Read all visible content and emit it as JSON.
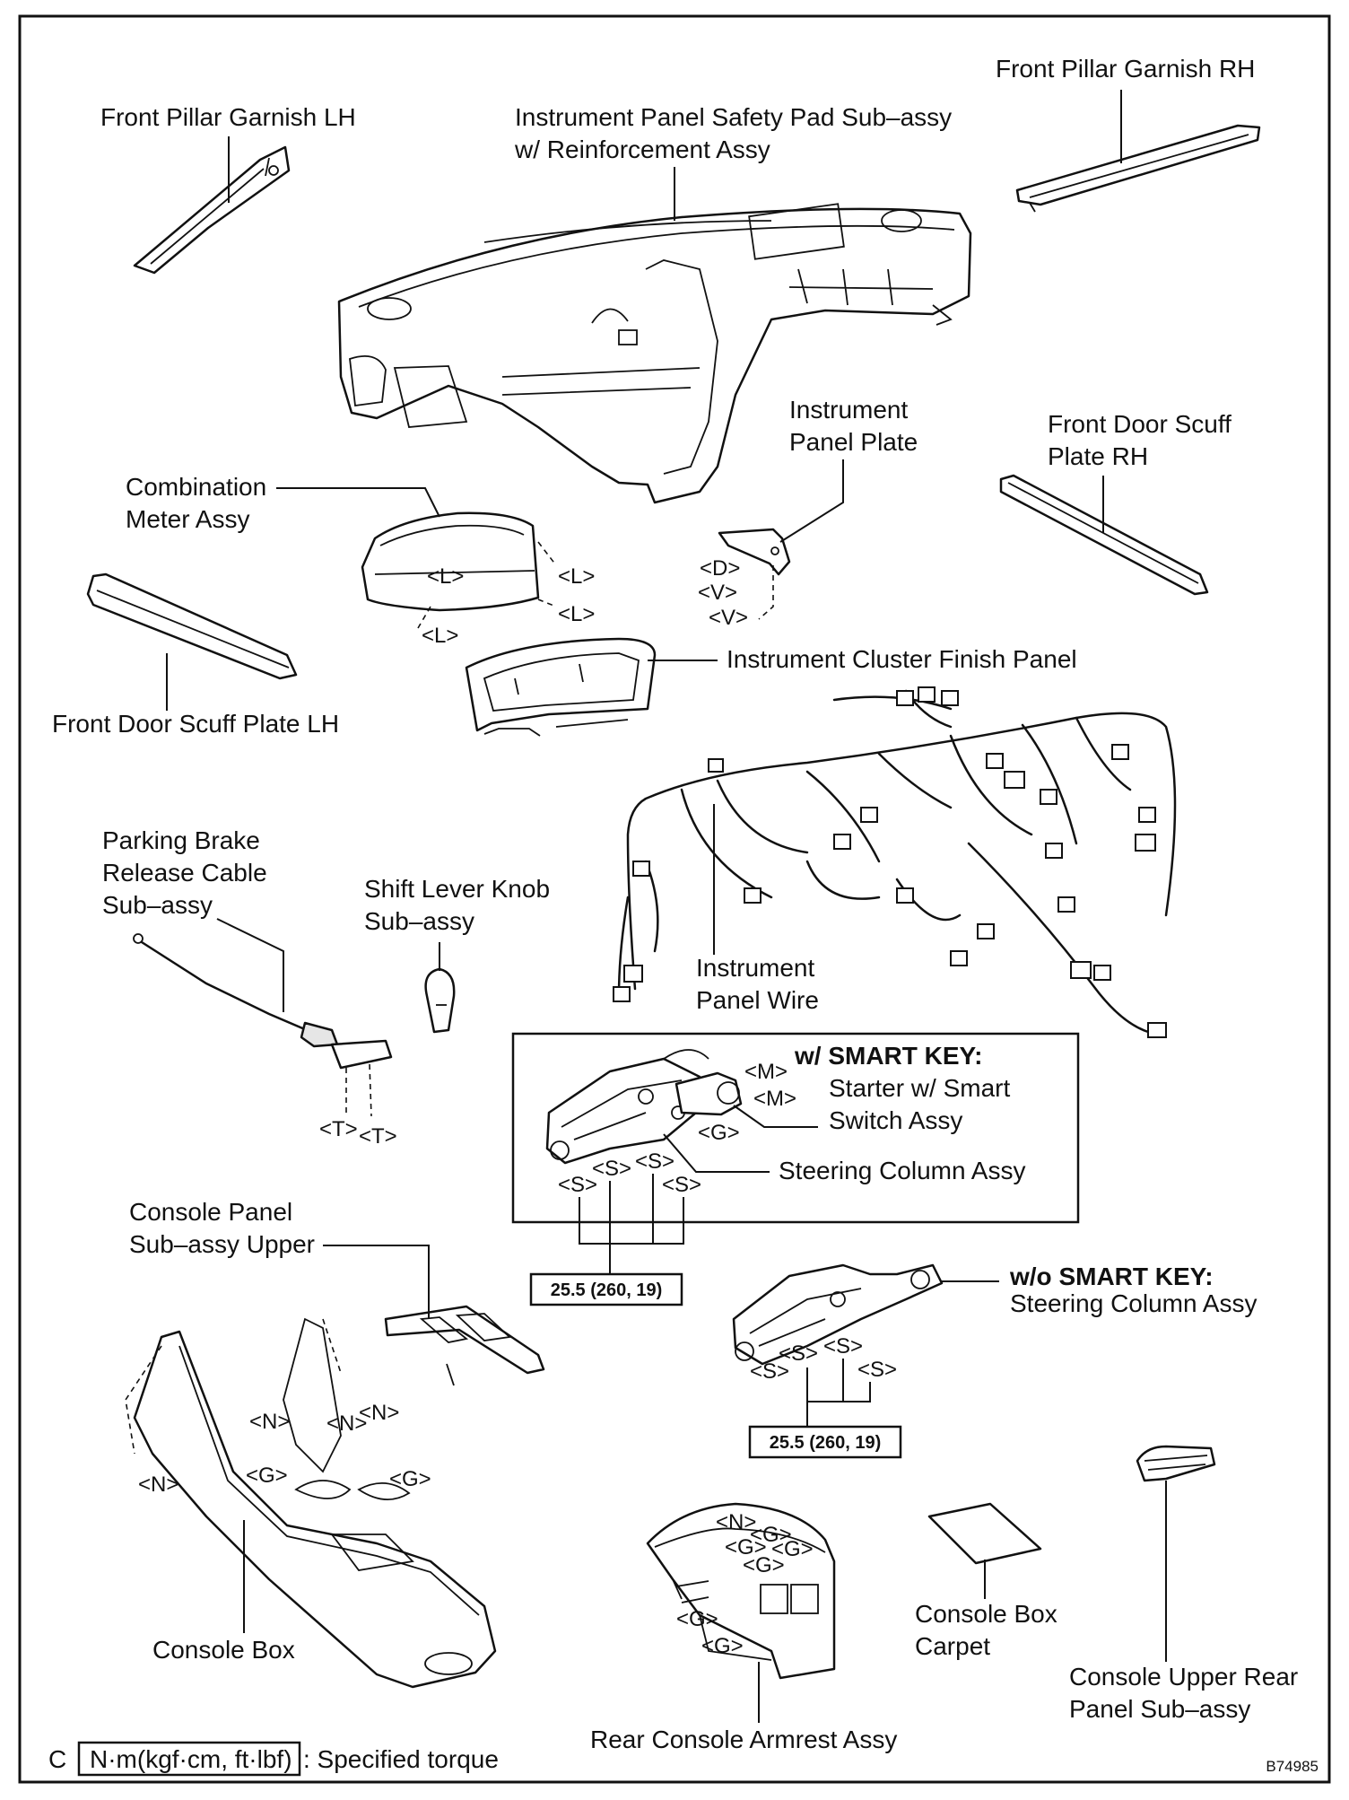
{
  "labels": {
    "front_pillar_garnish_lh": "Front Pillar Garnish LH",
    "front_pillar_garnish_rh": "Front Pillar Garnish RH",
    "safety_pad_line1": "Instrument Panel Safety Pad Sub–assy",
    "safety_pad_line2": "w/ Reinforcement Assy",
    "instrument_panel_plate_line1": "Instrument",
    "instrument_panel_plate_line2": "Panel Plate",
    "front_door_scuff_rh_line1": "Front Door Scuff",
    "front_door_scuff_rh_line2": "Plate RH",
    "combination_meter_line1": "Combination",
    "combination_meter_line2": "Meter Assy",
    "front_door_scuff_lh": "Front Door Scuff Plate LH",
    "cluster_finish_panel": "Instrument Cluster Finish Panel",
    "parking_brake_line1": "Parking Brake",
    "parking_brake_line2": "Release Cable",
    "parking_brake_line3": "Sub–assy",
    "shift_knob_line1": "Shift Lever Knob",
    "shift_knob_line2": "Sub–assy",
    "panel_wire_line1": "Instrument",
    "panel_wire_line2": "Panel Wire",
    "smart_key_title": "w/ SMART KEY:",
    "starter_line1": "Starter w/ Smart",
    "starter_line2": "Switch Assy",
    "steering_column": "Steering Column Assy",
    "console_panel_line1": "Console Panel",
    "console_panel_line2": "Sub–assy Upper",
    "wo_smart_key_title": "w/o SMART KEY:",
    "wo_steering_column": "Steering Column Assy",
    "console_box": "Console Box",
    "console_box_carpet_line1": "Console Box",
    "console_box_carpet_line2": "Carpet",
    "upper_rear_panel_line1": "Console Upper Rear",
    "upper_rear_panel_line2": "Panel Sub–assy",
    "rear_armrest": "Rear Console Armrest Assy"
  },
  "clip_tags": {
    "L": "<L>",
    "D": "<D>",
    "V": "<V>",
    "T": "<T>",
    "M": "<M>",
    "G": "<G>",
    "S": "<S>",
    "N": "<N>"
  },
  "torque": {
    "smart_key_value": "25.5 (260, 19)",
    "wo_smart_key_value": "25.5 (260, 19)"
  },
  "legend": {
    "prefix": "C",
    "unit": "N·m(kgf·cm, ft·lbf)",
    "description": ": Specified torque"
  },
  "figure_code": "B74985"
}
